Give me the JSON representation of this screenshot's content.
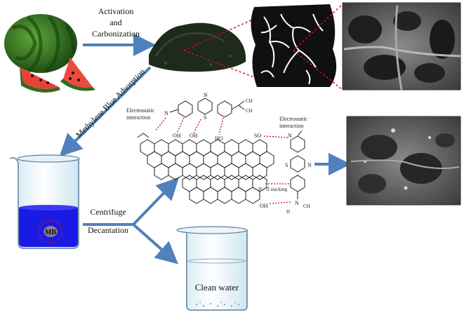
{
  "labels": {
    "activation_line1": "Activation",
    "activation_line2": "and",
    "activation_line3": "Carbonization",
    "mb_adsorption": "Methylene Blue Adsorption",
    "centrifuge": "Centrifuge",
    "decantation": "Decantation",
    "beaker_mb": "MB",
    "clean_water": "Clean water"
  },
  "chem": {
    "electrostatic_left_1": "Electrostatic",
    "electrostatic_left_2": "interaction",
    "electrostatic_right_1": "Electrostatic",
    "electrostatic_right_2": "interaction",
    "pi_stacking": "Π - Π stacking",
    "oh_1": "OH",
    "oh_2": "OH",
    "oh_3": "HO",
    "oh_4": "OH",
    "so3": "SO",
    "ch3_a": "CH",
    "ch3_b": "CH",
    "ch3_c": "CH",
    "h3c": "H",
    "n_top": "N",
    "s_top": "S",
    "n_plus_left": "N",
    "n_plus_right": "N",
    "n_ring": "N",
    "s_ring": "S",
    "n_bottom": "N"
  },
  "colors": {
    "arrow": "#4f81bd",
    "mb_blue": "#1a1ae6",
    "dotted_red": "#d01010",
    "char_black": "#101010",
    "sem_gray": "#6a6a6a"
  },
  "icons": [
    "watermelon-icon",
    "charcoal-powder-icon",
    "porous-carbon-icon",
    "sem-micrograph-icon",
    "beaker-icon"
  ]
}
